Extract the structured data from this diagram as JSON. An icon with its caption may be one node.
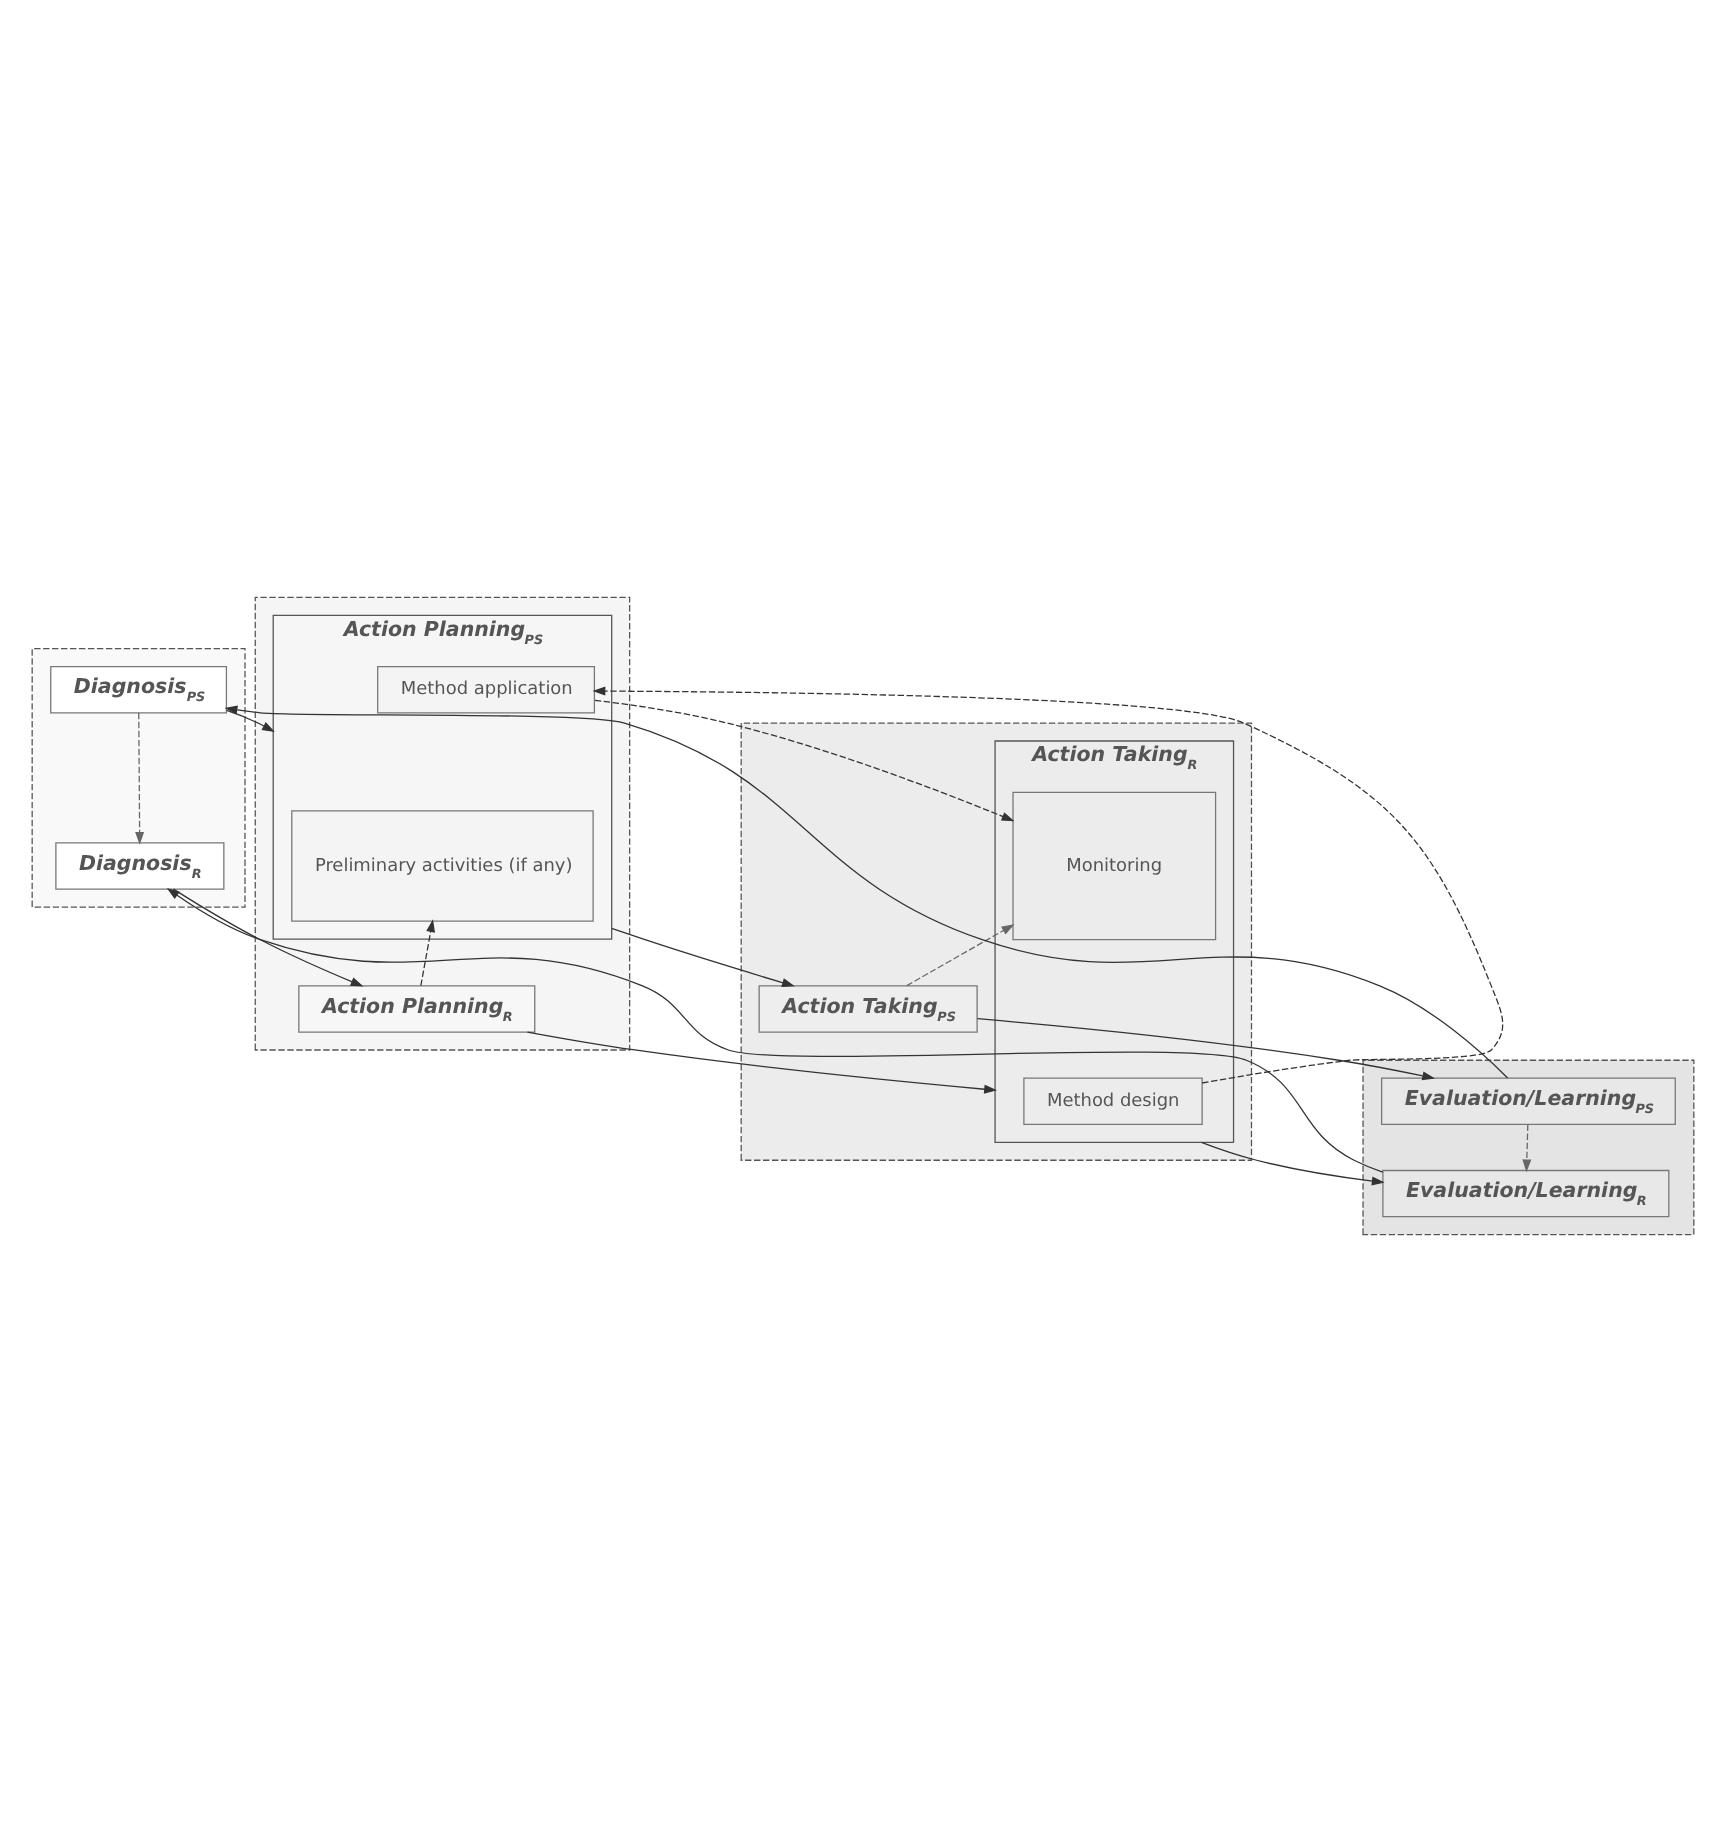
{
  "diagram": {
    "nodes": [
      {
        "text": [],
        "shape": "box"
      },
      {
        "text": [
          "Diagnosis$_{PS}$"
        ],
        "in": 0
      },
      {
        "text": [
          "Diagnosis$_{R}$"
        ],
        "in": 0
      },
      {
        "text": [],
        "shape": "box"
      },
      {
        "text": [
          "Action Planning$_{PS}$"
        ],
        "in": 3
      },
      {
        "text": [
          "Preliminary activities (if any)"
        ],
        "in": 4
      },
      {
        "text": [
          "Method application"
        ],
        "in": 4
      },
      {
        "text": [
          "Action Planning$_{R}$"
        ],
        "in": 3
      },
      {
        "text": [],
        "shape": "box"
      },
      {
        "text": [
          "Action Taking$_{R}$"
        ],
        "in": 8
      },
      {
        "text": [
          "Method design"
        ],
        "in": 9
      },
      {
        "text": [
          "Monitoring"
        ],
        "in": 9
      },
      {
        "text": [
          "Action Taking$_{PS}$"
        ],
        "in": 8
      },
      {
        "text": [],
        "shape": "box"
      },
      {
        "text": [
          "Evaluation/Learning$_{PS}$"
        ],
        "in": 13
      },
      {
        "text": [
          "Evaluation/Learning$_{R}$"
        ],
        "in": 13
      }
    ],
    "edges": [
      {
        "from": 14,
        "to": 1,
        "arrow": "to"
      },
      {
        "from": 15,
        "to": 2,
        "arrow": "to"
      },
      {
        "from": 1,
        "to": 2,
        "arrow": "to",
        "style": "dashed",
        "color": "#666666"
      },
      {
        "from": 1,
        "to": 4,
        "arrow": "to"
      },
      {
        "from": 2,
        "to": 7,
        "arrow": "to"
      },
      {
        "from": 7,
        "to": 5,
        "arrow": "to",
        "style": "dashed"
      },
      {
        "from": 7,
        "to": 9,
        "arrow": "to"
      },
      {
        "from": 10,
        "to": 6,
        "arrow": "to",
        "style": "dashed"
      },
      {
        "from": 6,
        "to": 11,
        "arrow": "to",
        "style": "dashed"
      },
      {
        "from": 4,
        "to": 12,
        "arrow": "to"
      },
      {
        "from": 12,
        "to": 11,
        "arrow": "to",
        "style": "dashed",
        "color": "#666666"
      },
      {
        "from": 12,
        "to": 14,
        "arrow": "to"
      },
      {
        "from": 9,
        "to": 15,
        "arrow": "to"
      },
      {
        "from": 14,
        "to": 15,
        "arrow": "to",
        "style": "dashed",
        "color": "#666666"
      }
    ]
  }
}
